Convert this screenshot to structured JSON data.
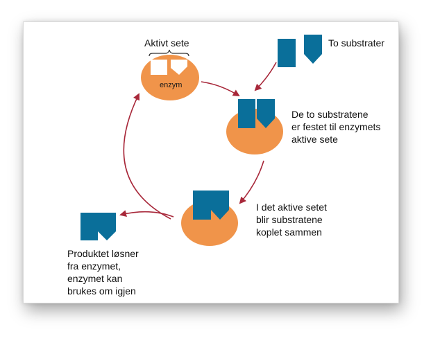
{
  "colors": {
    "enzyme": "#f0944a",
    "substrate": "#0a6f9a",
    "arrow": "#a8283a",
    "text": "#111111"
  },
  "labels": {
    "active_site": "Aktivt sete",
    "enzyme": "enzym",
    "two_substrates": "To substrater",
    "attached": "De to substratene\ner festet til enzymets\naktive sete",
    "coupled": "I det aktive setet\nblir substratene\nkoplet sammen",
    "released": "Produktet løsner\nfra enzymet,\nenzymet kan\nbrukes om igjen"
  }
}
